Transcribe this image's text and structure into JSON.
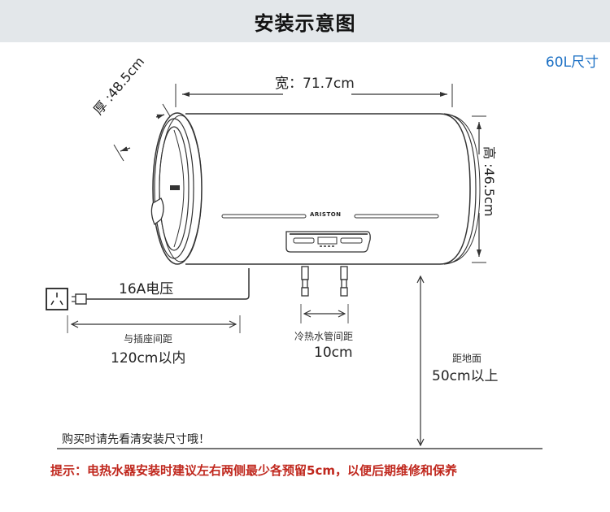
{
  "header": {
    "title": "安装示意图",
    "background": "#e3e7ea"
  },
  "model_size_label": "60L尺寸",
  "brand": "ARISTON",
  "dimensions": {
    "width": "宽：71.7cm",
    "depth": "厚 :48.5cm",
    "height": "高 :46.5cm"
  },
  "power": {
    "label": "16A电压",
    "socket_icon": "power-socket-icon",
    "distance_caption": "与插座间距",
    "distance_value": "120cm以内"
  },
  "pipes": {
    "caption": "冷热水管间距",
    "value": "10cm"
  },
  "floor": {
    "caption": "距地面",
    "value": "50cm以上"
  },
  "notes": {
    "reminder": "购买时请先看清安装尺寸哦！",
    "tip": "提示：电热水器安装时建议左右两侧最少各预留5cm，以便后期维修和保养",
    "tip_color": "#c0281e"
  }
}
